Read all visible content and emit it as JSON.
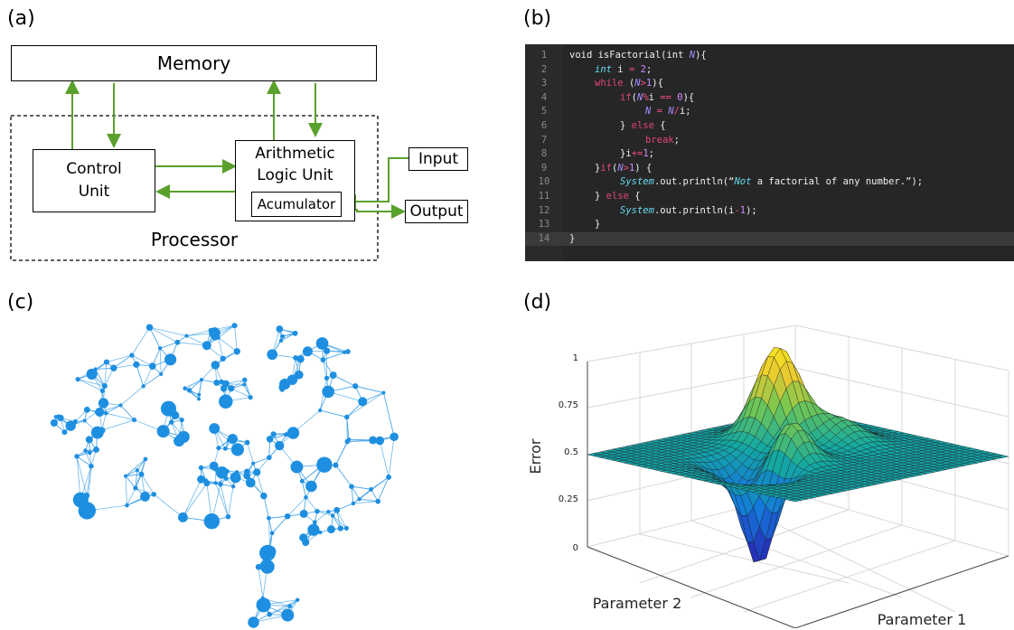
{
  "panels": {
    "a": {
      "label": "(a)",
      "memory": "Memory",
      "control_unit": "Control\nUnit",
      "alu": "Arithmetic\nLogic Unit",
      "accumulator": "Acumulator",
      "input": "Input",
      "output": "Output",
      "processor": "Processor"
    },
    "b": {
      "label": "(b)",
      "code_lines": [
        {
          "n": "1",
          "indent": 0,
          "tokens": [
            [
              "void ",
              "kw2"
            ],
            [
              "isFactorial",
              "fn"
            ],
            [
              "(",
              "p"
            ],
            [
              "int ",
              "kw2"
            ],
            [
              "N",
              "var"
            ],
            [
              "){",
              "p"
            ]
          ]
        },
        {
          "n": "2",
          "indent": 1,
          "tokens": [
            [
              "int ",
              "type"
            ],
            [
              "i ",
              "p"
            ],
            [
              "= ",
              "op"
            ],
            [
              "2",
              "num"
            ],
            [
              ";",
              "p"
            ]
          ]
        },
        {
          "n": "3",
          "indent": 1,
          "tokens": [
            [
              "while ",
              "kw"
            ],
            [
              "(",
              "p"
            ],
            [
              "N",
              "var"
            ],
            [
              ">",
              "op"
            ],
            [
              "1",
              "num"
            ],
            [
              "){",
              "p"
            ]
          ]
        },
        {
          "n": "4",
          "indent": 2,
          "tokens": [
            [
              "if",
              "kw"
            ],
            [
              "(",
              "p"
            ],
            [
              "N",
              "var"
            ],
            [
              "%",
              "op"
            ],
            [
              "i ",
              "p"
            ],
            [
              "== ",
              "op"
            ],
            [
              "0",
              "num"
            ],
            [
              "){",
              "p"
            ]
          ]
        },
        {
          "n": "5",
          "indent": 3,
          "tokens": [
            [
              "N ",
              "var"
            ],
            [
              "= ",
              "op"
            ],
            [
              "N",
              "var"
            ],
            [
              "/",
              "op"
            ],
            [
              "i;",
              "p"
            ]
          ]
        },
        {
          "n": "6",
          "indent": 2,
          "tokens": [
            [
              "} ",
              "p"
            ],
            [
              "else ",
              "kw"
            ],
            [
              "{",
              "p"
            ]
          ]
        },
        {
          "n": "7",
          "indent": 3,
          "tokens": [
            [
              "break",
              "kw"
            ],
            [
              ";",
              "p"
            ]
          ]
        },
        {
          "n": "8",
          "indent": 2,
          "tokens": [
            [
              "}",
              "p"
            ],
            [
              "i",
              "p"
            ],
            [
              "+=",
              "op"
            ],
            [
              "1",
              "num"
            ],
            [
              ";",
              "p"
            ]
          ]
        },
        {
          "n": "9",
          "indent": 1,
          "tokens": [
            [
              "}",
              "p"
            ],
            [
              "if",
              "kw"
            ],
            [
              "(",
              "p"
            ],
            [
              "N",
              "var"
            ],
            [
              ">",
              "op"
            ],
            [
              "1",
              "num"
            ],
            [
              ") {",
              "p"
            ]
          ]
        },
        {
          "n": "10",
          "indent": 2,
          "tokens": [
            [
              "System",
              "type"
            ],
            [
              ".out.println(",
              "p"
            ],
            [
              "“",
              "str"
            ],
            [
              "Not",
              "type"
            ],
            [
              " a factorial of any number.”",
              "str"
            ],
            [
              ");",
              "p"
            ]
          ]
        },
        {
          "n": "11",
          "indent": 1,
          "tokens": [
            [
              "} ",
              "p"
            ],
            [
              "else ",
              "kw"
            ],
            [
              "{",
              "p"
            ]
          ]
        },
        {
          "n": "12",
          "indent": 2,
          "tokens": [
            [
              "System",
              "type"
            ],
            [
              ".out.println(",
              "p"
            ],
            [
              "i",
              "p"
            ],
            [
              "-",
              "op"
            ],
            [
              "1",
              "num"
            ],
            [
              ");",
              "p"
            ]
          ]
        },
        {
          "n": "13",
          "indent": 1,
          "tokens": [
            [
              "}",
              "p"
            ]
          ]
        },
        {
          "n": "14",
          "indent": 0,
          "tokens": [
            [
              "}",
              "p"
            ]
          ]
        }
      ],
      "colors": {
        "kw": "#e0447a",
        "kw2": "#f0f0f0",
        "fn": "#f0f0f0",
        "type": "#66d9ef",
        "var": "#a78bff",
        "num": "#c88cff",
        "op": "#f44f7d",
        "str": "#f0f0f0",
        "p": "#f0f0f0"
      }
    },
    "c": {
      "label": "(c)",
      "node_color": "#1e8fe0",
      "edge_color": "#4aa6e8"
    },
    "d": {
      "label": "(d)",
      "z_label": "Error",
      "x_label": "Parameter 1",
      "y_label": "Parameter 2",
      "z_ticks": [
        "0",
        "0.25",
        "0.5",
        "0.75",
        "1"
      ]
    }
  }
}
